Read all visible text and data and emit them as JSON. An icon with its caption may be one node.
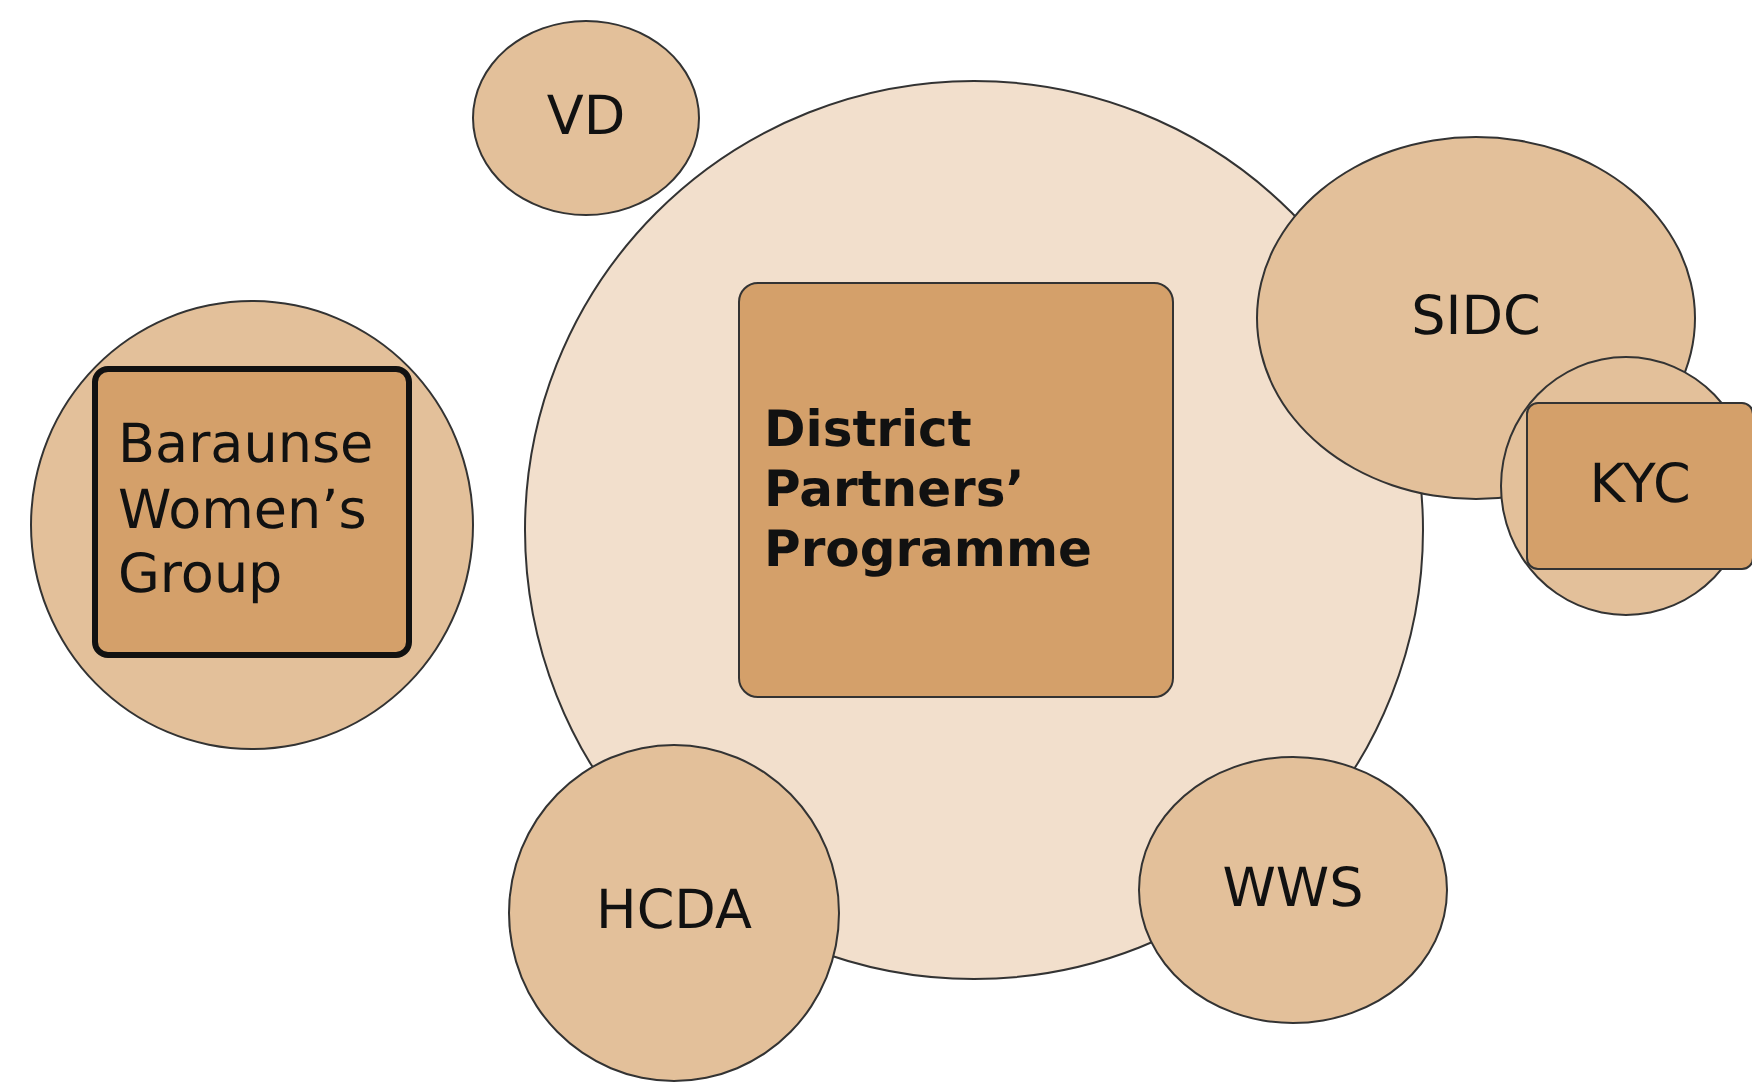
{
  "diagram": {
    "nodes": [
      {
        "text": [
          "VD"
        ]
      },
      {
        "text": [],
        "shape": "circle"
      },
      {
        "text": [
          "District Partners’ Programme"
        ],
        "in": 1
      },
      {
        "text": [
          "SIDC"
        ]
      },
      {
        "text": [],
        "shape": "circle"
      },
      {
        "text": [
          "Baraunse Women’s Group"
        ],
        "in": 4
      },
      {
        "text": [],
        "shape": "circle"
      },
      {
        "text": [
          "KYC"
        ],
        "in": 6
      },
      {
        "text": [
          "HCDA"
        ]
      },
      {
        "text": [
          "WWS"
        ]
      }
    ],
    "edges": []
  }
}
